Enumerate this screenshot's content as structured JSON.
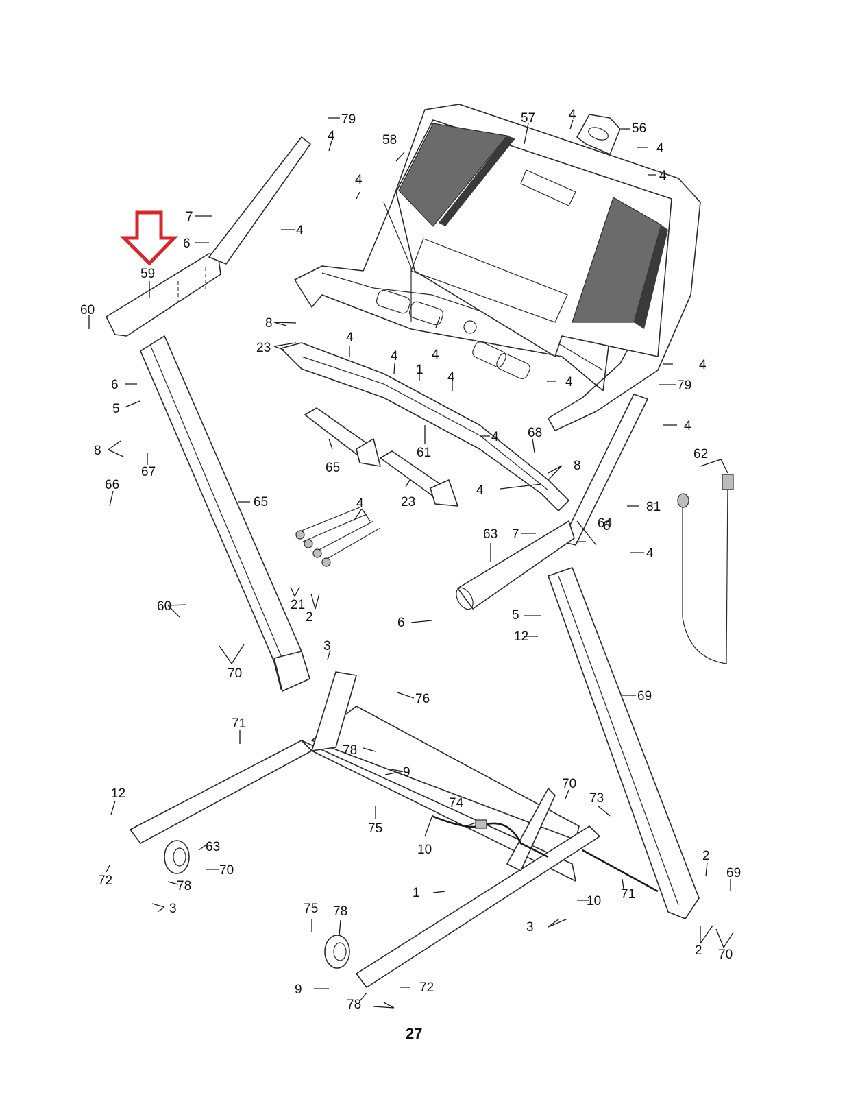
{
  "page": {
    "number": "27",
    "highlight": {
      "target_part": "59",
      "color": "#d9262b",
      "icon": "down-arrow-icon"
    }
  },
  "callouts": [
    {
      "id": "c79a",
      "label": "79"
    },
    {
      "id": "c4a",
      "label": "4"
    },
    {
      "id": "c58",
      "label": "58"
    },
    {
      "id": "c57",
      "label": "57"
    },
    {
      "id": "c4b",
      "label": "4"
    },
    {
      "id": "c56",
      "label": "56"
    },
    {
      "id": "c4c",
      "label": "4"
    },
    {
      "id": "c4d",
      "label": "4"
    },
    {
      "id": "c4e",
      "label": "4"
    },
    {
      "id": "c7a",
      "label": "7"
    },
    {
      "id": "c4f",
      "label": "4"
    },
    {
      "id": "c6a",
      "label": "6"
    },
    {
      "id": "c59",
      "label": "59"
    },
    {
      "id": "c60a",
      "label": "60"
    },
    {
      "id": "c8a",
      "label": "8"
    },
    {
      "id": "c23a",
      "label": "23"
    },
    {
      "id": "c4g",
      "label": "4"
    },
    {
      "id": "c4h",
      "label": "4"
    },
    {
      "id": "c4i",
      "label": "4"
    },
    {
      "id": "c1a",
      "label": "1"
    },
    {
      "id": "c4j",
      "label": "4"
    },
    {
      "id": "c4k",
      "label": "4"
    },
    {
      "id": "c79b",
      "label": "79"
    },
    {
      "id": "c4l",
      "label": "4"
    },
    {
      "id": "c6b",
      "label": "6"
    },
    {
      "id": "c5a",
      "label": "5"
    },
    {
      "id": "c4m",
      "label": "4"
    },
    {
      "id": "c8b",
      "label": "8"
    },
    {
      "id": "c67",
      "label": "67"
    },
    {
      "id": "c65a",
      "label": "65"
    },
    {
      "id": "c61",
      "label": "61"
    },
    {
      "id": "c4n",
      "label": "4"
    },
    {
      "id": "c8c",
      "label": "8"
    },
    {
      "id": "c62",
      "label": "62"
    },
    {
      "id": "c68",
      "label": "68"
    },
    {
      "id": "c66",
      "label": "66"
    },
    {
      "id": "c65b",
      "label": "65"
    },
    {
      "id": "c23b",
      "label": "23"
    },
    {
      "id": "c4o",
      "label": "4"
    },
    {
      "id": "c81",
      "label": "81"
    },
    {
      "id": "c4p",
      "label": "4"
    },
    {
      "id": "c7b",
      "label": "7"
    },
    {
      "id": "c6c",
      "label": "6"
    },
    {
      "id": "c64",
      "label": "64"
    },
    {
      "id": "c63a",
      "label": "63"
    },
    {
      "id": "c4q",
      "label": "4"
    },
    {
      "id": "c21",
      "label": "21"
    },
    {
      "id": "c2a",
      "label": "2"
    },
    {
      "id": "c60b",
      "label": "60"
    },
    {
      "id": "c6d",
      "label": "6"
    },
    {
      "id": "c5b",
      "label": "5"
    },
    {
      "id": "c12a",
      "label": "12"
    },
    {
      "id": "c3a",
      "label": "3"
    },
    {
      "id": "c70a",
      "label": "70"
    },
    {
      "id": "c76",
      "label": "76"
    },
    {
      "id": "c69a",
      "label": "69"
    },
    {
      "id": "c71a",
      "label": "71"
    },
    {
      "id": "c78a",
      "label": "78"
    },
    {
      "id": "c9a",
      "label": "9"
    },
    {
      "id": "c12b",
      "label": "12"
    },
    {
      "id": "c70b",
      "label": "70"
    },
    {
      "id": "c73",
      "label": "73"
    },
    {
      "id": "c74",
      "label": "74"
    },
    {
      "id": "c75a",
      "label": "75"
    },
    {
      "id": "c63b",
      "label": "63"
    },
    {
      "id": "c10a",
      "label": "10"
    },
    {
      "id": "c70c",
      "label": "70"
    },
    {
      "id": "c72a",
      "label": "72"
    },
    {
      "id": "c78b",
      "label": "78"
    },
    {
      "id": "c3b",
      "label": "3"
    },
    {
      "id": "c2b",
      "label": "2"
    },
    {
      "id": "c69b",
      "label": "69"
    },
    {
      "id": "c1b",
      "label": "1"
    },
    {
      "id": "c71b",
      "label": "71"
    },
    {
      "id": "c10b",
      "label": "10"
    },
    {
      "id": "c75b",
      "label": "75"
    },
    {
      "id": "c78c",
      "label": "78"
    },
    {
      "id": "c3c",
      "label": "3"
    },
    {
      "id": "c2c",
      "label": "2"
    },
    {
      "id": "c70d",
      "label": "70"
    },
    {
      "id": "c9b",
      "label": "9"
    },
    {
      "id": "c72b",
      "label": "72"
    },
    {
      "id": "c78d",
      "label": "78"
    }
  ]
}
